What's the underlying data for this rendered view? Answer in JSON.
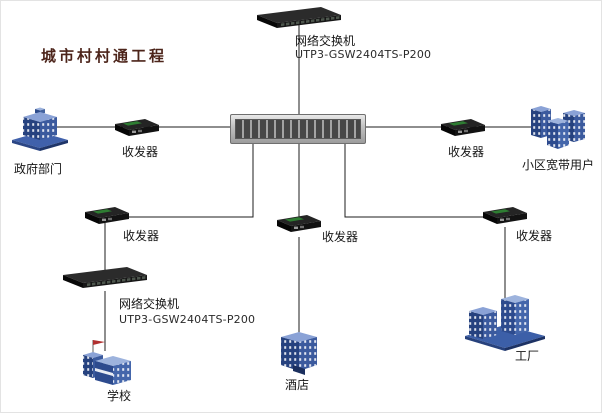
{
  "title": "城市村村通工程",
  "top_switch": {
    "label": "网络交换机",
    "model": "UTP3-GSW2404TS-P200"
  },
  "bottom_switch": {
    "label": "网络交换机",
    "model": "UTP3-GSW2404TS-P200"
  },
  "transceiver_label": "收发器",
  "sites": {
    "government": {
      "label": "政府部门"
    },
    "community": {
      "label": "小区宽带用户"
    },
    "school": {
      "label": "学校"
    },
    "hotel": {
      "label": "酒店"
    },
    "factory": {
      "label": "工厂"
    }
  }
}
